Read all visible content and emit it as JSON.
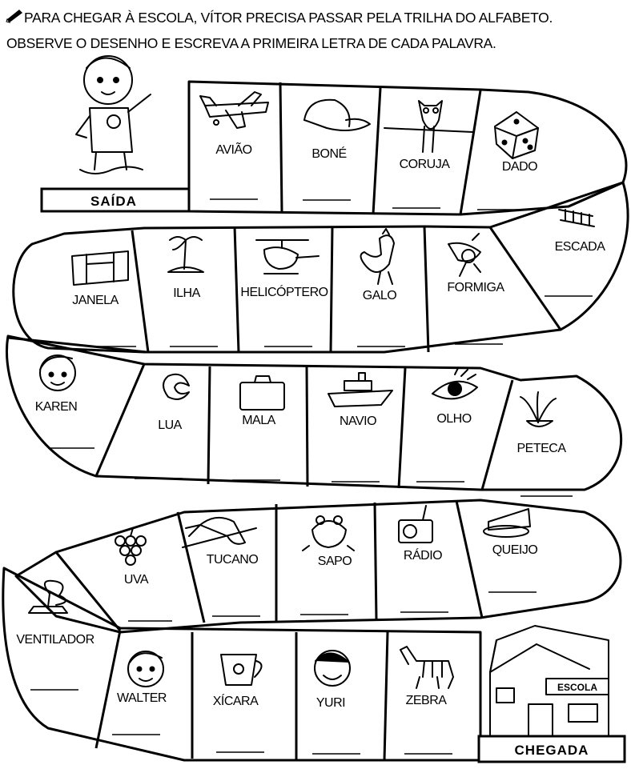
{
  "instructions": {
    "line1": "PARA CHEGAR À ESCOLA, VÍTOR PRECISA PASSAR PELA TRILHA DO ALFABETO.",
    "line2": "OBSERVE O DESENHO E ESCREVA A PRIMEIRA LETRA DE CADA PALAVRA."
  },
  "start_label": "SAÍDA",
  "finish_label": "CHEGADA",
  "school_sign": "ESCOLA",
  "words": {
    "aviao": "AVIÃO",
    "bone": "BONÉ",
    "coruja": "CORUJA",
    "dado": "DADO",
    "escada": "ESCADA",
    "formiga": "FORMIGA",
    "galo": "GALO",
    "helicoptero": "HELICÓPTERO",
    "ilha": "ILHA",
    "janela": "JANELA",
    "karen": "KAREN",
    "lua": "LUA",
    "mala": "MALA",
    "navio": "NAVIO",
    "olho": "OLHO",
    "peteca": "PETECA",
    "queijo": "QUEIJO",
    "radio": "RÁDIO",
    "sapo": "SAPO",
    "tucano": "TUCANO",
    "uva": "UVA",
    "ventilador": "VENTILADOR",
    "walter": "WALTER",
    "xicara": "XÍCARA",
    "yuri": "YURI",
    "zebra": "ZEBRA"
  }
}
